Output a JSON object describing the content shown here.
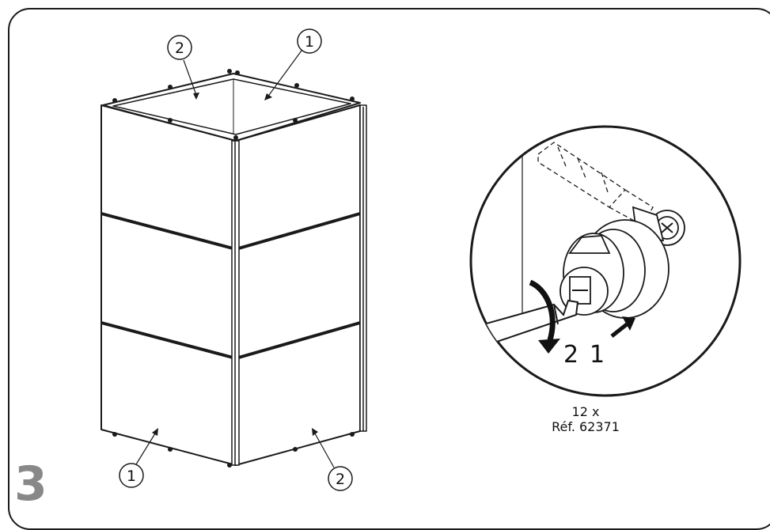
{
  "step": {
    "number": "3"
  },
  "callouts": {
    "top_left": "2",
    "top_right": "1",
    "bottom_left": "1",
    "bottom_right": "2"
  },
  "detail": {
    "arrow_step_2": "2",
    "arrow_step_1": "1",
    "quantity": "12 x",
    "reference": "Réf. 62371"
  },
  "colors": {
    "line": "#1a1a1a",
    "step_number": "#888888",
    "background": "#ffffff"
  }
}
